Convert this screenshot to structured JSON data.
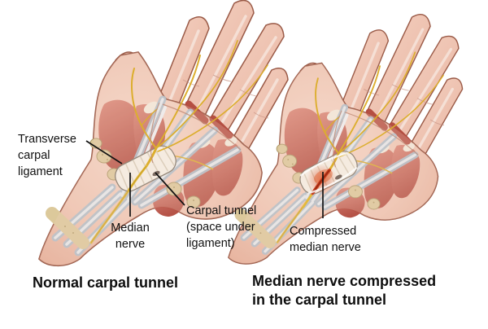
{
  "figure": {
    "type": "medical-illustration",
    "subject": "Carpal tunnel anatomy comparison, palmar view of two hands",
    "panels": [
      {
        "id": "left",
        "caption": "Normal carpal tunnel"
      },
      {
        "id": "right",
        "caption": "Median nerve compressed\nin the carpal tunnel"
      }
    ]
  },
  "labels": {
    "transverse_ligament": "Transverse\ncarpal\nligament",
    "median_nerve": "Median\nnerve",
    "carpal_tunnel": "Carpal tunnel\n(space under\nligament)",
    "compressed_nerve": "Compressed\nmedian nerve"
  },
  "captions": {
    "left": "Normal carpal tunnel",
    "right": "Median nerve compressed\nin the carpal tunnel"
  },
  "colors": {
    "background": "#ffffff",
    "skin_light": "#f5d8ca",
    "skin_mid": "#efc6b4",
    "skin_shadow": "#e3a892",
    "outline_brown": "#9a5a47",
    "muscle_red": "#c05a4d",
    "tendon_blue_gray": "#adbfcc",
    "tendon_highlight": "#e8eef3",
    "ligament_white": "#f6f3ea",
    "bone_tan": "#dcc99b",
    "nerve_yellow": "#e3ba3c",
    "compressed_red": "#cc3d1d",
    "leader_line": "#121212",
    "text": "#111111"
  }
}
